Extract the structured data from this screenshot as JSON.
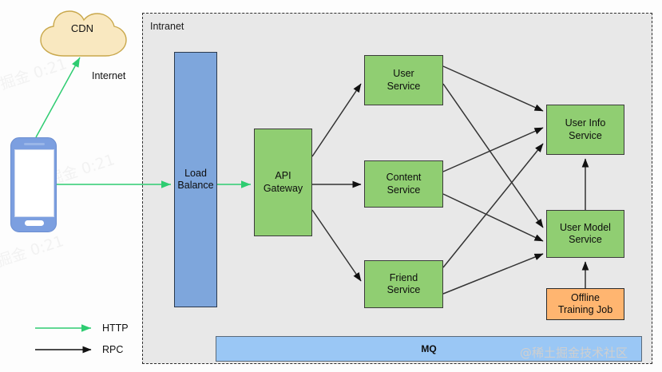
{
  "diagram": {
    "zones": {
      "intranet_label": "Intranet",
      "internet_label": "Internet"
    },
    "nodes": {
      "cdn": "CDN",
      "load_balance": "Load\nBalance",
      "api_gateway": "API\nGateway",
      "user_service": "User\nService",
      "content_service": "Content\nService",
      "friend_service": "Friend\nService",
      "user_info_service": "User Info\nService",
      "user_model_service": "User Model\nService",
      "offline_training_job": "Offline\nTraining Job",
      "mq": "MQ"
    },
    "legend": [
      {
        "key": "http",
        "label": "HTTP",
        "color": "#2ecc71"
      },
      {
        "key": "rpc",
        "label": "RPC",
        "color": "#111111"
      }
    ],
    "colors": {
      "service_green": "#90ce72",
      "load_balance_blue": "#7ea6dc",
      "mq_blue": "#9ac7f5",
      "offline_orange": "#ffb570",
      "cdn_cream": "#f9e8c0",
      "cdn_border": "#c9a84c",
      "intranet_bg": "#e8e8e8",
      "http_arrow": "#2ecc71",
      "rpc_arrow": "#111111",
      "phone_blue": "#7c9fe0"
    },
    "watermarks": {
      "brand": "@稀土掘金技术社区",
      "faint": "掘金 0:21"
    }
  }
}
